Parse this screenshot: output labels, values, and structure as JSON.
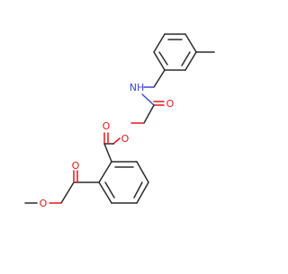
{
  "molecule": {
    "atoms": {
      "amide_nh": "NH",
      "amide_o": "O",
      "ester_link_o": "O",
      "ester_carbonyl_o": "O",
      "methyl_ester_carbonyl_o": "O",
      "methyl_ester_o": "O"
    },
    "colors": {
      "bond": "#2b2b2b",
      "oxygen": "#e0191b",
      "nitrogen": "#3b4ad0",
      "background": "#ffffff"
    }
  }
}
